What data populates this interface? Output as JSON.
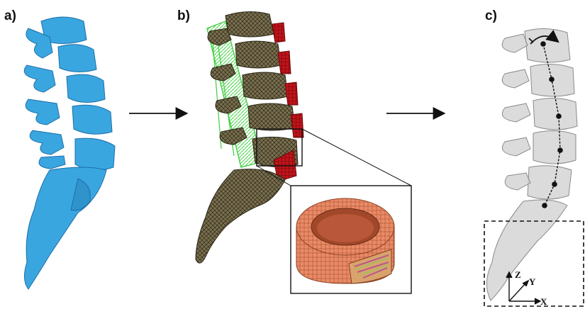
{
  "panels": {
    "a": {
      "label": "a)"
    },
    "b": {
      "label": "b)"
    },
    "c": {
      "label": "c)"
    }
  },
  "axes": {
    "z": "Z",
    "y": "Y",
    "x": "X"
  },
  "colors": {
    "spine_blue": "#3aa6e0",
    "mesh_bone": "#5a5236",
    "disc_red": "#c0141a",
    "ligament_green": "#3fce3f",
    "disc_orange": "#e8825e",
    "transparent_bone": "#c9c9c9"
  }
}
